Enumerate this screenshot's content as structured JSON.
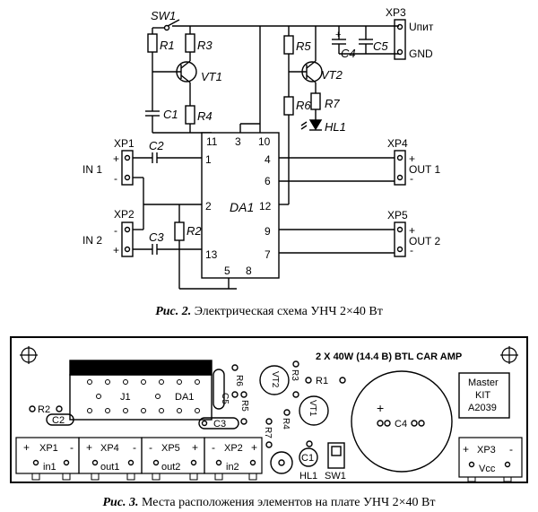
{
  "schematic": {
    "sw1": "SW1",
    "r1": "R1",
    "r3": "R3",
    "r4": "R4",
    "r5": "R5",
    "r6": "R6",
    "r7": "R7",
    "r2": "R2",
    "vt1": "VT1",
    "vt2": "VT2",
    "c1": "C1",
    "c2": "C2",
    "c3": "C3",
    "c4": "C4",
    "c5": "C5",
    "hl1": "HL1",
    "da1": "DA1",
    "xp1": "XP1",
    "xp2": "XP2",
    "xp3": "XP3",
    "xp4": "XP4",
    "xp5": "XP5",
    "in1": "IN 1",
    "in2": "IN 2",
    "out1": "OUT 1",
    "out2": "OUT 2",
    "upit": "Uпит",
    "gnd": "GND",
    "plus": "+",
    "minus": "-",
    "pins": {
      "p11": "11",
      "p3": "3",
      "p10": "10",
      "p1": "1",
      "p4": "4",
      "p6": "6",
      "p2": "2",
      "p12": "12",
      "p9": "9",
      "p13": "13",
      "p7": "7",
      "p5": "5",
      "p8": "8"
    }
  },
  "caption2": {
    "prefix": "Рис. 2.",
    "text": " Электрическая схема УНЧ 2×40 Вт"
  },
  "pcb": {
    "title": "2 X 40W (14.4 В) BTL CAR AMP",
    "brand": [
      "Master",
      "KIT",
      "A2039"
    ],
    "j1": "J1",
    "da1": "DA1",
    "r1": "R1",
    "r2": "R2",
    "r3": "R3",
    "r4": "R4",
    "r5": "R5",
    "r6": "R6",
    "r7": "R7",
    "c1": "C1",
    "c2": "C2",
    "c3": "C3",
    "c4": "C4",
    "c5": "C5",
    "vt1": "VT1",
    "vt2": "VT2",
    "hl1": "HL1",
    "sw1": "SW1",
    "xp1": "XP1",
    "xp4": "XP4",
    "xp5": "XP5",
    "xp2": "XP2",
    "xp3": "XP3",
    "in1": "in1",
    "out1": "out1",
    "out2": "out2",
    "in2": "in2",
    "vcc": "Vcc",
    "plus": "+",
    "minus": "-"
  },
  "caption3": {
    "prefix": "Рис. 3.",
    "text": " Места расположения элементов на плате УНЧ 2×40 Вт"
  }
}
